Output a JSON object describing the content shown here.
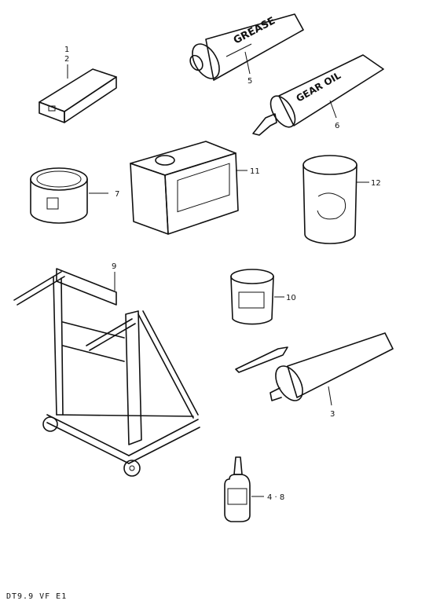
{
  "callouts": {
    "c1": "1",
    "c2": "2",
    "c3": "3",
    "c48": "4 · 8",
    "c5": "5",
    "c6": "6",
    "c7": "7",
    "c9": "9",
    "c10": "10",
    "c11": "11",
    "c12": "12"
  },
  "tube_labels": {
    "grease": "GREASE",
    "gear_oil": "GEAR OIL"
  },
  "footer": {
    "model_code": "DT9.9 VF E1"
  }
}
